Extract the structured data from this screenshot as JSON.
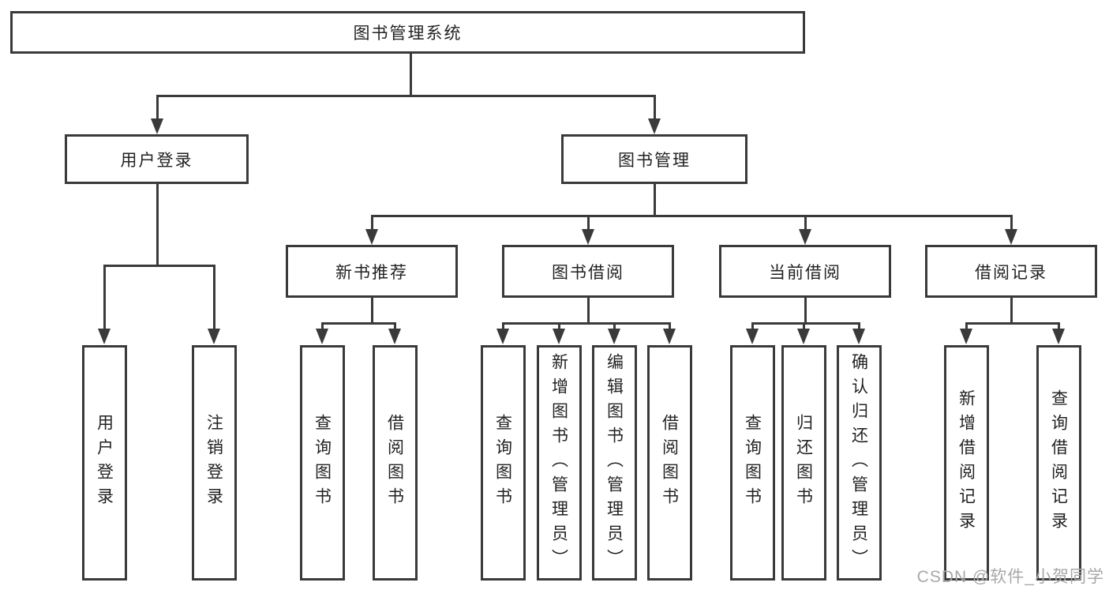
{
  "tree": {
    "label": "图书管理系统",
    "children": [
      {
        "label": "用户登录",
        "children": [
          {
            "label": "用户登录"
          },
          {
            "label": "注销登录"
          }
        ]
      },
      {
        "label": "图书管理",
        "children": [
          {
            "label": "新书推荐",
            "children": [
              {
                "label": "查询图书"
              },
              {
                "label": "借阅图书"
              }
            ]
          },
          {
            "label": "图书借阅",
            "children": [
              {
                "label": "查询图书"
              },
              {
                "label": "新增图书（管理员）"
              },
              {
                "label": "编辑图书（管理员）"
              },
              {
                "label": "借阅图书"
              }
            ]
          },
          {
            "label": "当前借阅",
            "children": [
              {
                "label": "查询图书"
              },
              {
                "label": "归还图书"
              },
              {
                "label": "确认归还（管理员）"
              }
            ]
          },
          {
            "label": "借阅记录",
            "children": [
              {
                "label": "新增借阅记录"
              },
              {
                "label": "查询借阅记录"
              }
            ]
          }
        ]
      }
    ]
  },
  "watermark": "CSDN @软件_小贺同学",
  "colors": {
    "line": "#3a3a3a",
    "text": "#222222",
    "watermark": "#a8a8aa",
    "background": "#ffffff"
  }
}
